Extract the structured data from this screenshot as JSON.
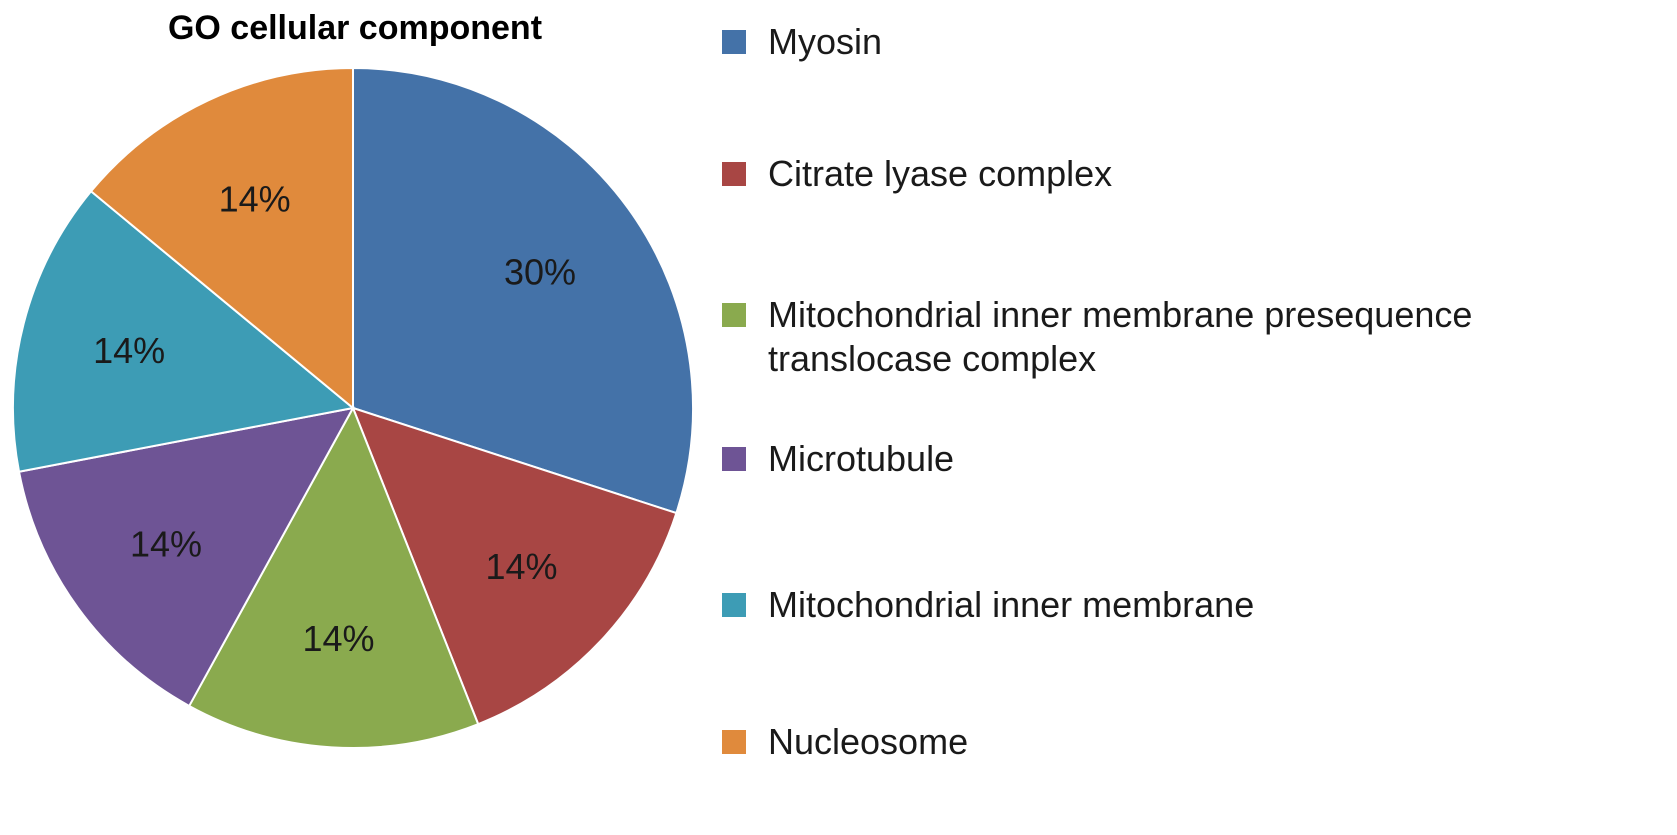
{
  "chart_data": {
    "type": "pie",
    "title": "GO cellular component",
    "slices": [
      {
        "label": "Myosin",
        "value": 30,
        "display": "30%",
        "color": "#4472A8"
      },
      {
        "label": "Citrate lyase complex",
        "value": 14,
        "display": "14%",
        "color": "#A84644"
      },
      {
        "label": "Mitochondrial inner membrane presequence\ntranslocase complex",
        "value": 14,
        "display": "14%",
        "color": "#8AAA4E"
      },
      {
        "label": "Microtubule",
        "value": 14,
        "display": "14%",
        "color": "#6E5495"
      },
      {
        "label": "Mitochondrial inner membrane",
        "value": 14,
        "display": "14%",
        "color": "#3D9CB5"
      },
      {
        "label": "Nucleosome",
        "value": 14,
        "display": "14%",
        "color": "#E08A3C"
      }
    ],
    "start_angle": "12 o'clock",
    "direction": "clockwise",
    "legend_position": "right"
  }
}
